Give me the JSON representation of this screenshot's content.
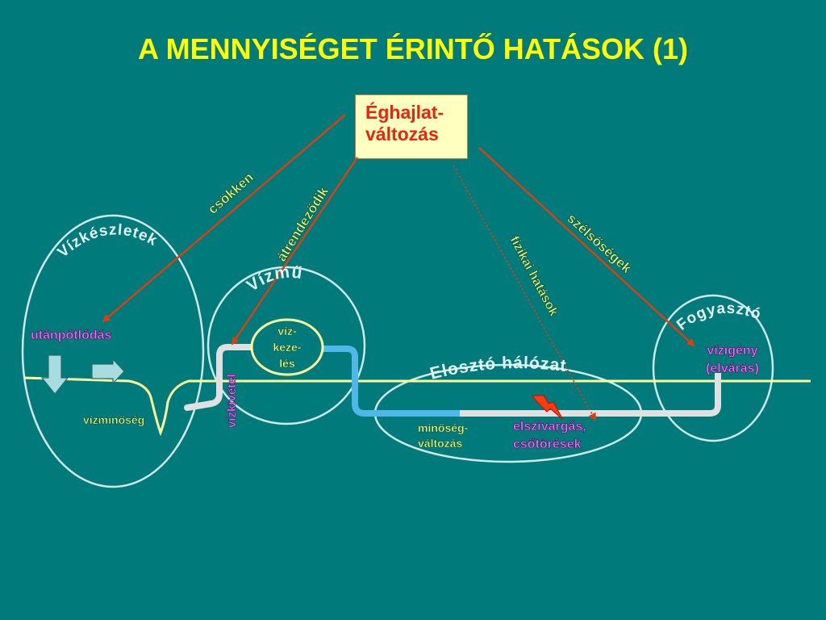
{
  "title": "A MENNYISÉGET ÉRINTŐ HATÁSOK (1)",
  "climate_box": {
    "line1": "Éghajlat-",
    "line2": "változás"
  },
  "circles": {
    "water_resources": "Vízkészletek",
    "waterworks": "Vízmű",
    "distribution": "Elosztó hálózat",
    "consumer": "Fogyasztó"
  },
  "arrow_labels": {
    "decreases": "csökken",
    "rearranges": "átrendeződik",
    "physical": "fizikai hatások",
    "extremes": "szélsőségek"
  },
  "labels": {
    "recharge": "utánpótlódás",
    "water_quality": "vízminőség",
    "abstraction": "vízkivétel",
    "treatment": [
      "víz-",
      "keze-",
      "lés"
    ],
    "quality_change": [
      "minőség-",
      "változás"
    ],
    "leakage": [
      "elszivargás,",
      "csőtörések"
    ],
    "demand": [
      "vízigény",
      "(elvárás)"
    ]
  },
  "colors": {
    "background": "#007a7a",
    "title": "#ffff00",
    "arrow": "#d9400f",
    "circle": "#cfe8e8",
    "pink_label": "#ff66ff",
    "yellow_label": "#ffff66"
  }
}
